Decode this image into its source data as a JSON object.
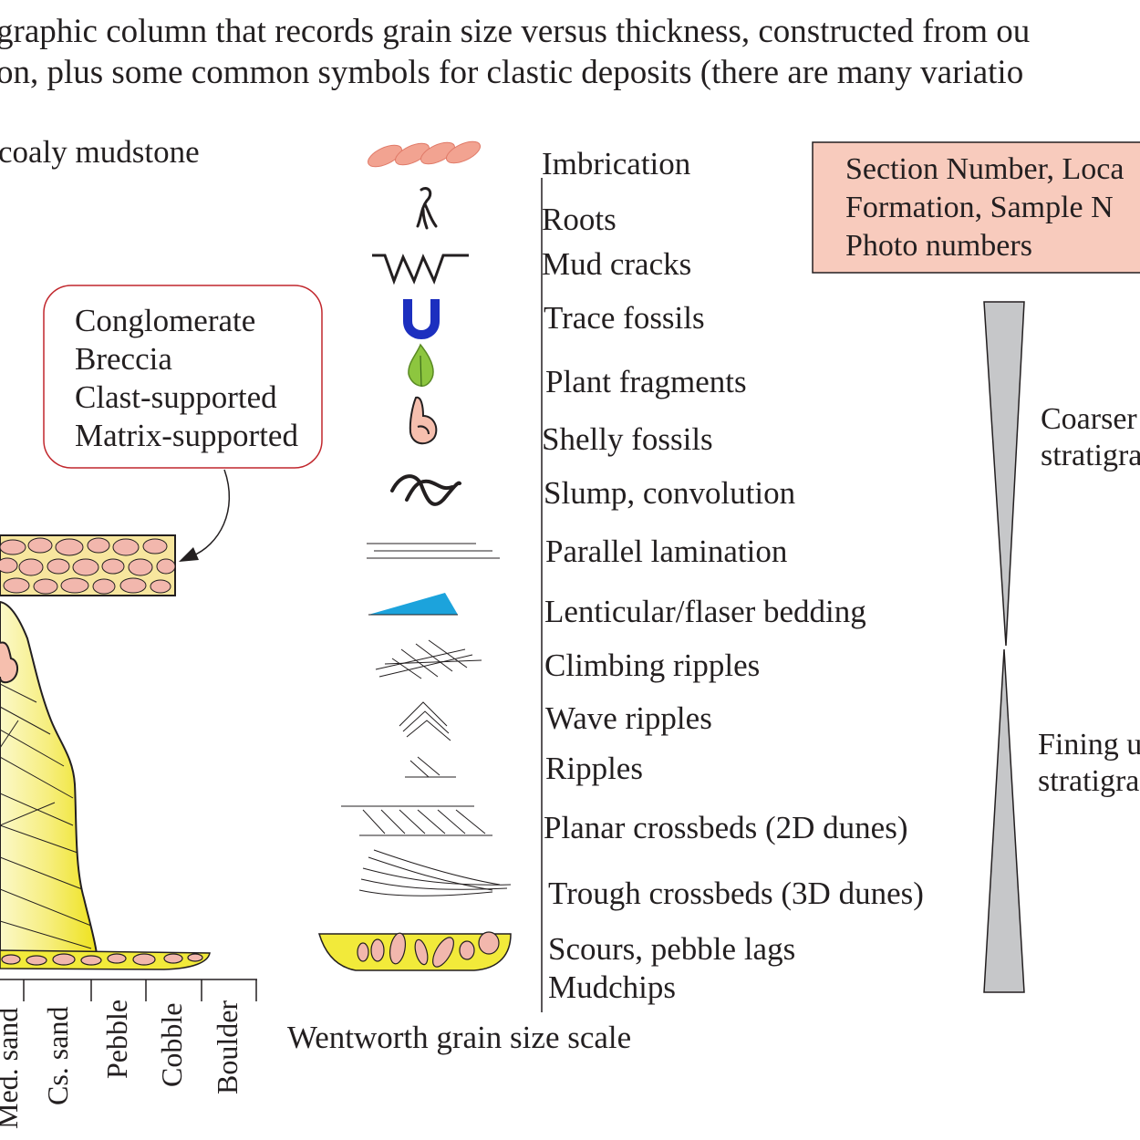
{
  "caption": {
    "line1": "graphic column that records grain size versus thickness, constructed from ou",
    "line2": "on, plus some common symbols for clastic deposits (there are many variatio"
  },
  "column": {
    "top_label": "coaly mudstone",
    "conglomerate_labels": [
      "Conglomerate",
      "Breccia",
      "Clast-supported",
      "Matrix-supported"
    ],
    "grain_size_labels": [
      "Med. sand",
      "Cs. sand",
      "Pebble",
      "Cobble",
      "Boulder"
    ],
    "scale_title": "Wentworth grain size scale"
  },
  "legend": [
    {
      "icon": "imbrication-icon",
      "label": "Imbrication"
    },
    {
      "icon": "roots-icon",
      "label": "Roots"
    },
    {
      "icon": "mud-cracks-icon",
      "label": "Mud cracks"
    },
    {
      "icon": "trace-fossils-icon",
      "label": "Trace fossils"
    },
    {
      "icon": "plant-fragments-icon",
      "label": "Plant fragments"
    },
    {
      "icon": "shelly-fossils-icon",
      "label": "Shelly fossils"
    },
    {
      "icon": "slump-icon",
      "label": "Slump, convolution"
    },
    {
      "icon": "parallel-lamination-icon",
      "label": "Parallel lamination"
    },
    {
      "icon": "lenticular-bedding-icon",
      "label": "Lenticular/flaser bedding"
    },
    {
      "icon": "climbing-ripples-icon",
      "label": "Climbing ripples"
    },
    {
      "icon": "wave-ripples-icon",
      "label": "Wave ripples"
    },
    {
      "icon": "ripples-icon",
      "label": "Ripples"
    },
    {
      "icon": "planar-crossbeds-icon",
      "label": "Planar crossbeds (2D dunes)"
    },
    {
      "icon": "trough-crossbeds-icon",
      "label": "Trough crossbeds (3D dunes)"
    },
    {
      "icon": "scours-icon",
      "label": "Scours, pebble lags"
    },
    {
      "icon": "mudchips-icon",
      "label": "Mudchips"
    }
  ],
  "metadata_box": {
    "lines": [
      "Section Number, Loca",
      "Formation, Sample N",
      "Photo numbers"
    ]
  },
  "trends": {
    "upper": [
      "Coarser",
      "stratigra"
    ],
    "lower": [
      "Fining u",
      "stratigra"
    ]
  },
  "colors": {
    "sand_yellow": "#f2ea3a",
    "pebble_pink": "#f2b7ad",
    "metadata_fill": "#f8cbbd",
    "wedge_gray": "#c6c7c9",
    "trace_blue": "#1c2fbf",
    "leaf_green": "#8dc63f",
    "lens_blue": "#1ca3dc"
  }
}
